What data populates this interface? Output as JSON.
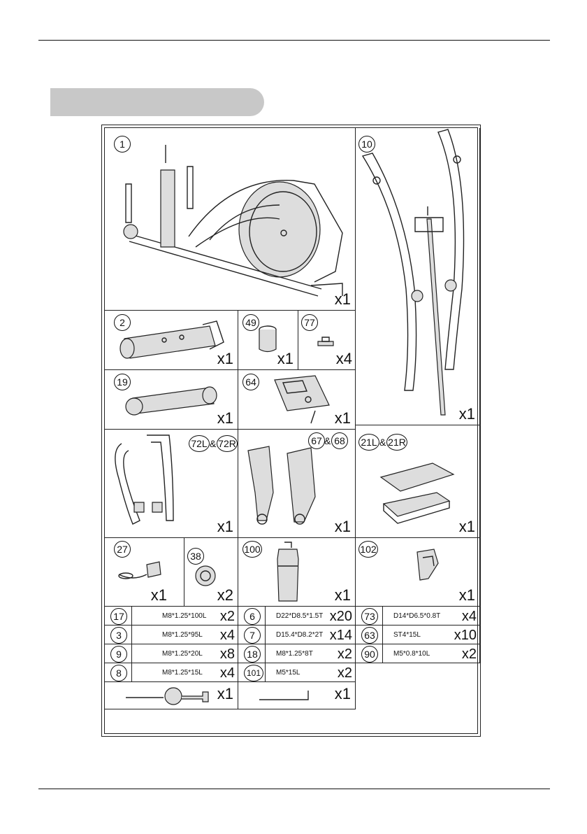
{
  "parts": {
    "p1": {
      "num": "1",
      "qty": "x1"
    },
    "p10": {
      "num": "10",
      "qty": "x1"
    },
    "p2": {
      "num": "2",
      "qty": "x1"
    },
    "p49": {
      "num": "49",
      "qty": "x1"
    },
    "p77": {
      "num": "77",
      "qty": "x4"
    },
    "p19": {
      "num": "19",
      "qty": "x1"
    },
    "p64": {
      "num": "64",
      "qty": "x1"
    },
    "p72": {
      "num_l": "72L",
      "amp": "&",
      "num_r": "72R",
      "qty": "x1"
    },
    "p67": {
      "num_l": "67",
      "amp": "&",
      "num_r": "68",
      "qty": "x1"
    },
    "p21": {
      "num_l": "21L",
      "amp": "&",
      "num_r": "21R",
      "qty": "x1"
    },
    "p27": {
      "num": "27",
      "qty": "x1"
    },
    "p38": {
      "num": "38",
      "qty": "x2"
    },
    "p100": {
      "num": "100",
      "qty": "x1"
    },
    "p102": {
      "num": "102",
      "qty": "x1"
    }
  },
  "hardware": [
    {
      "num": "17",
      "spec": "M8*1.25*100L",
      "qty": "x2"
    },
    {
      "num": "6",
      "spec": "D22*D8.5*1.5T",
      "qty": "x20"
    },
    {
      "num": "73",
      "spec": "D14*D6.5*0.8T",
      "qty": "x4"
    },
    {
      "num": "3",
      "spec": "M8*1.25*95L",
      "qty": "x4"
    },
    {
      "num": "7",
      "spec": "D15.4*D8.2*2T",
      "qty": "x14"
    },
    {
      "num": "63",
      "spec": "ST4*15L",
      "qty": "x10"
    },
    {
      "num": "9",
      "spec": "M8*1.25*20L",
      "qty": "x8"
    },
    {
      "num": "18",
      "spec": "M8*1.25*8T",
      "qty": "x2"
    },
    {
      "num": "90",
      "spec": "M5*0.8*10L",
      "qty": "x2"
    },
    {
      "num": "8",
      "spec": "M8*1.25*15L",
      "qty": "x4"
    },
    {
      "num": "101",
      "spec": "M5*15L",
      "qty": "x2"
    }
  ],
  "tools": {
    "wrench_qty": "x1",
    "allen_qty": "x1"
  }
}
